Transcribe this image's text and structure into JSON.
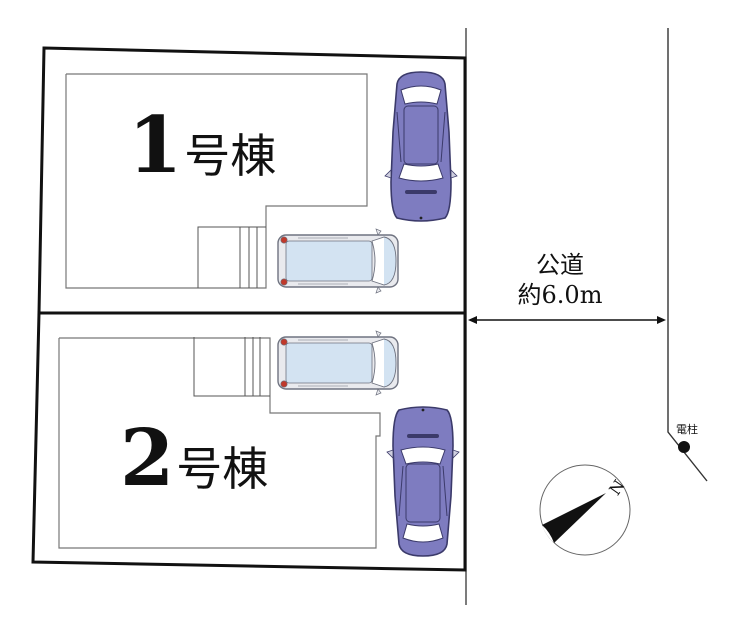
{
  "lots": [
    {
      "id": "1",
      "number": "1",
      "suffix": "号棟",
      "label": "1号棟"
    },
    {
      "id": "2",
      "number": "2",
      "suffix": "号棟",
      "label": "2号棟"
    }
  ],
  "road": {
    "type_label": "公道",
    "width_label": "約6.0m"
  },
  "utility_pole": {
    "label": "電柱"
  },
  "compass": {
    "north_label": "N"
  },
  "colors": {
    "boundary": "#111111",
    "house_outline": "#777777",
    "sedan_body": "#7e7cc0",
    "sedan_outline": "#3b3a6a",
    "van_body": "#d3e3f2",
    "van_frame": "#e9eaee",
    "van_outline": "#6f7380",
    "tail_light": "#c0392b"
  }
}
